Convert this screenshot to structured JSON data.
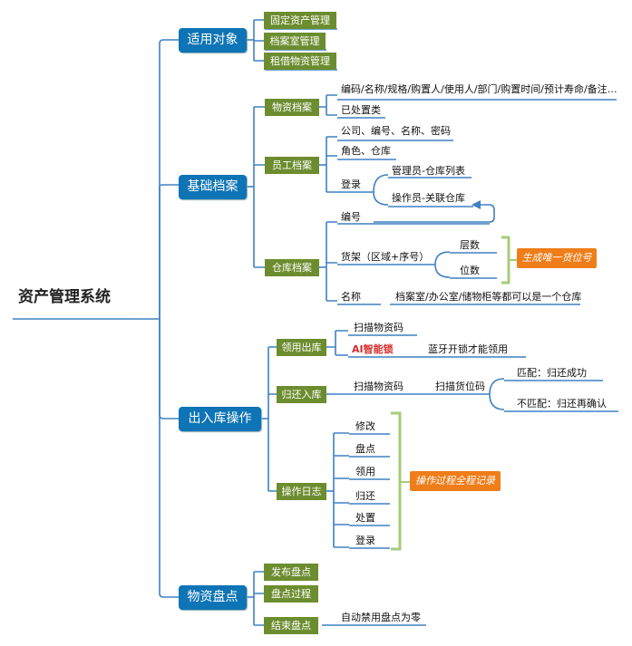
{
  "root": "资产管理系统",
  "branches": {
    "scope": {
      "label": "适用对象",
      "children": [
        "固定资产管理",
        "档案室管理",
        "租借物资管理"
      ]
    },
    "basic": {
      "label": "基础档案",
      "material": {
        "label": "物资档案",
        "fields": "编码/名称/规格/购置人/使用人/部门/购置时间/预计寿命/备注…",
        "disposed": "已处置类"
      },
      "staff": {
        "label": "员工档案",
        "info": "公司、编号、名称、密码",
        "role": "角色、仓库",
        "login": "登录",
        "admin": "管理员-仓库列表",
        "operator": "操作员-关联仓库"
      },
      "warehouse": {
        "label": "仓库档案",
        "code": "编号",
        "shelf": "货架（区域+序号）",
        "layer": "层数",
        "position": "位数",
        "name": "名称",
        "name_note": "档案室/办公室/储物柜等都可以是一个仓库",
        "callout": "生成唯一货位号"
      }
    },
    "io": {
      "label": "出入库操作",
      "out": {
        "label": "领用出库",
        "scan": "扫描物资码",
        "ai_lock": "AI智能锁",
        "bt": "蓝牙开锁才能领用"
      },
      "ret": {
        "label": "归还入库",
        "scan": "扫描物资码",
        "scan_loc": "扫描货位码",
        "match": "匹配：归还成功",
        "nomatch": "不匹配：归还再确认"
      },
      "log": {
        "label": "操作日志",
        "items": [
          "修改",
          "盘点",
          "领用",
          "归还",
          "处置",
          "登录"
        ],
        "callout": "操作过程全程记录"
      }
    },
    "inventory": {
      "label": "物资盘点",
      "publish": "发布盘点",
      "process": "盘点过程",
      "finish": "结束盘点",
      "finish_note": "自动禁用盘点为零"
    }
  },
  "colors": {
    "l1_fill": "#0e74b6",
    "l2_fill": "#6c8d2f",
    "line": "#3f80c4",
    "callout": "#ef7d1a",
    "bracket": "#a6cc7a",
    "accent_red": "#d62b2b"
  }
}
